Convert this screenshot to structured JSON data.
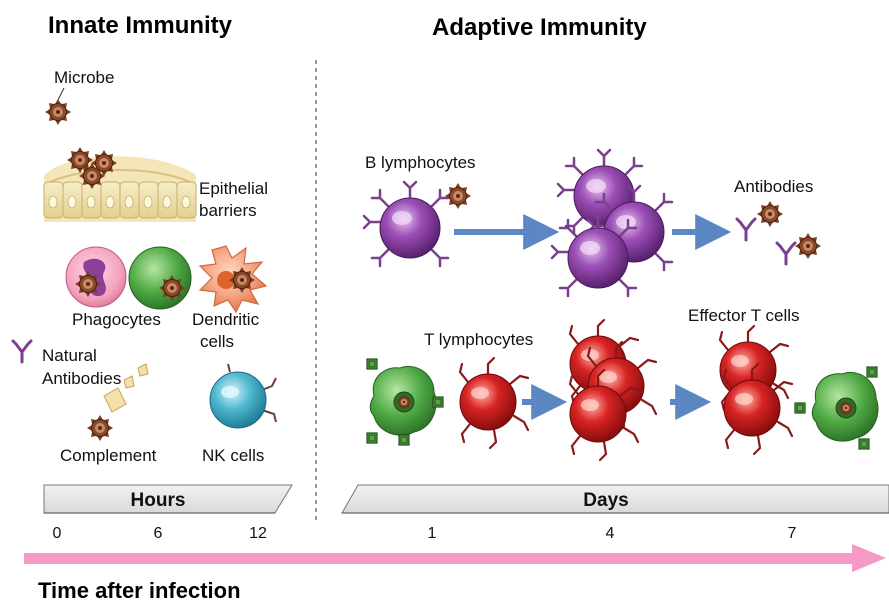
{
  "headings": {
    "innate": "Innate Immunity",
    "adaptive": "Adaptive Immunity"
  },
  "innate_labels": {
    "microbe": "Microbe",
    "epithelial_1": "Epithelial",
    "epithelial_2": "barriers",
    "phagocytes": "Phagocytes",
    "dendritic_1": "Dendritic",
    "dendritic_2": "cells",
    "natural_1": "Natural",
    "natural_2": "Antibodies",
    "complement": "Complement",
    "nk": "NK cells"
  },
  "adaptive_labels": {
    "b_lymphocytes": "B lymphocytes",
    "antibodies": "Antibodies",
    "t_lymphocytes": "T lymphocytes",
    "effector_t": "Effector T cells"
  },
  "timeline": {
    "hours_label": "Hours",
    "days_label": "Days",
    "hour_ticks": [
      "0",
      "6",
      "12"
    ],
    "day_ticks": [
      "1",
      "4",
      "7"
    ],
    "axis_title": "Time after infection"
  },
  "colors": {
    "arrow_pink": "#f59ac6",
    "b_cell": "#8b3fa3",
    "t_cell": "#d21f1f",
    "phagocyte_green": "#3f9a3a",
    "microbe_brown": "#7a3e22",
    "nk_blue": "#3aa9c4",
    "flow_arrow": "#5b87c4"
  }
}
